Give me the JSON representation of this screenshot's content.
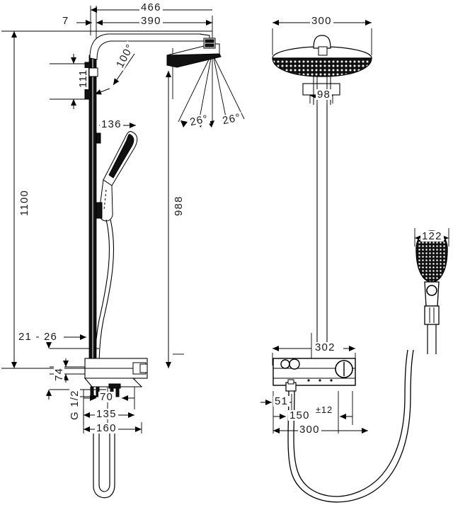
{
  "drawing": {
    "title": "Shower system dimensional drawing",
    "units": "mm",
    "line_color": "#000000",
    "background_color": "#ffffff",
    "views": [
      {
        "name": "side-view",
        "position": "left"
      },
      {
        "name": "front-view",
        "position": "right"
      }
    ]
  },
  "dimensions": {
    "overall_reach": "466",
    "arm_reach": "390",
    "wall_offset": "7",
    "bracket_height": "111",
    "spray_angle_left": "26°",
    "spray_angle_right": "26°",
    "arm_angle": "100°",
    "handshower_holder_offset": "136",
    "total_height": "1100",
    "riser_height": "988",
    "adjust_range": "21 - 26",
    "valve_height": "74",
    "thread_size": "G 1/2",
    "inlet_spacing_70": "70",
    "inlet_spacing_135": "135",
    "inlet_spacing_160": "160",
    "overhead_diameter": "300",
    "overhead_arm_width": "98",
    "handshower_width": "122",
    "thermostat_width": "302",
    "hose_outlet_offset": "51",
    "hose_outlet_center": "150",
    "hose_outlet_tolerance": "±12",
    "bottom_width": "300"
  },
  "labels": {
    "d_466": "466",
    "d_390": "390",
    "d_7": "7",
    "d_111": "111",
    "d_100deg": "100°",
    "d_136": "136",
    "d_26_left": "26°",
    "d_26_right": "26°",
    "d_988": "988",
    "d_1100": "1100",
    "d_21_26": "21 - 26",
    "d_74": "74",
    "d_g12": "G 1/2",
    "d_70": "70",
    "d_135": "135",
    "d_160": "160",
    "d_300_top": "300",
    "d_98": "98",
    "d_122": "122",
    "d_302": "302",
    "d_51": "51",
    "d_150": "150",
    "d_pm12": "±12",
    "d_300_bottom": "300"
  }
}
